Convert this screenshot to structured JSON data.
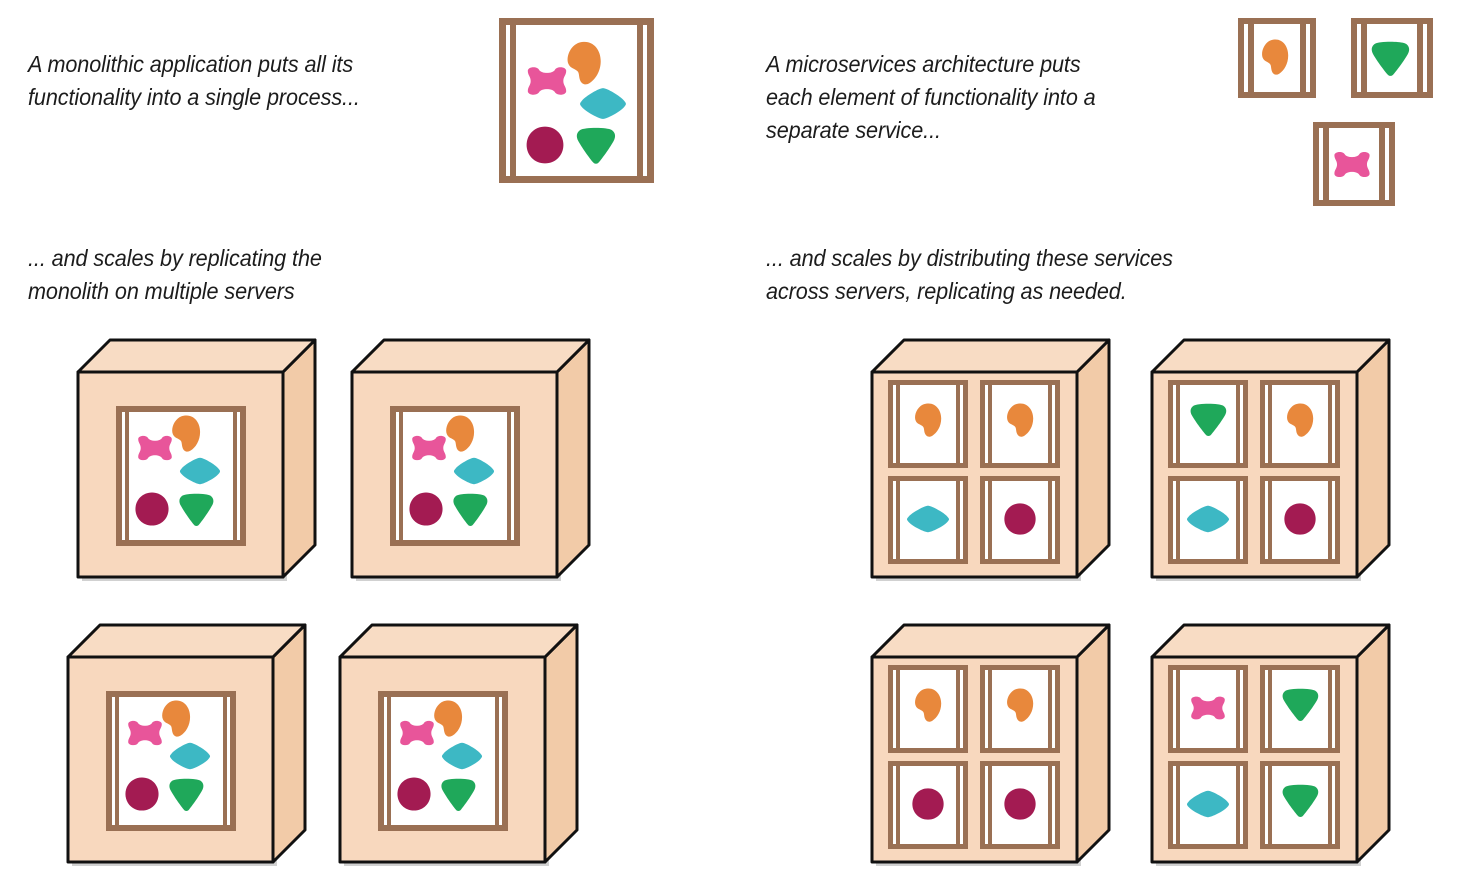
{
  "diagram": {
    "title": "Monolith vs Microservices architecture and scaling",
    "background": "#ffffff"
  },
  "palette": {
    "pink": "#E8559A",
    "orange": "#E8883C",
    "cyan": "#3DB8C4",
    "magenta": "#A31B52",
    "green": "#1FA85A",
    "frame_brown": "#9A7054",
    "box_face": "#F8D8BE",
    "box_top": "#F8DCC4",
    "box_side": "#F2CBA8",
    "outline": "#111111",
    "text": "#1C1C1C"
  },
  "captions": {
    "monolith_intro": "A monolithic application puts all its\nfunctionality into a single process...",
    "microservices_intro": "A microservices architecture puts\neach element of functionality into a\nseparate service...",
    "monolith_scale": "... and scales by replicating the\nmonolith on multiple servers",
    "microservices_scale": "... and scales by distributing these services\nacross servers, replicating as needed."
  },
  "icon_names": {
    "pink": "pink-blob-icon",
    "orange": "orange-blob-icon",
    "cyan": "cyan-diamond-icon",
    "magenta": "magenta-circle-icon",
    "green": "green-triangle-icon"
  },
  "monolith_panel": {
    "label": "monolith-single-process-panel",
    "components": [
      "pink",
      "orange",
      "cyan",
      "magenta",
      "green"
    ]
  },
  "microservice_panels": [
    {
      "label": "microservice-panel-orange",
      "component": "orange"
    },
    {
      "label": "microservice-panel-green",
      "component": "green"
    },
    {
      "label": "microservice-panel-pink",
      "component": "pink"
    }
  ],
  "monolith_servers": [
    {
      "label": "monolith-server-1",
      "components": [
        "pink",
        "orange",
        "cyan",
        "magenta",
        "green"
      ]
    },
    {
      "label": "monolith-server-2",
      "components": [
        "pink",
        "orange",
        "cyan",
        "magenta",
        "green"
      ]
    },
    {
      "label": "monolith-server-3",
      "components": [
        "pink",
        "orange",
        "cyan",
        "magenta",
        "green"
      ]
    },
    {
      "label": "monolith-server-4",
      "components": [
        "pink",
        "orange",
        "cyan",
        "magenta",
        "green"
      ]
    }
  ],
  "microservice_servers": [
    {
      "label": "microservice-server-1",
      "cells": [
        "orange",
        "orange",
        "cyan",
        "magenta"
      ]
    },
    {
      "label": "microservice-server-2",
      "cells": [
        "green",
        "orange",
        "cyan",
        "magenta"
      ]
    },
    {
      "label": "microservice-server-3",
      "cells": [
        "orange",
        "orange",
        "magenta",
        "magenta"
      ]
    },
    {
      "label": "microservice-server-4",
      "cells": [
        "pink",
        "green",
        "cyan",
        "green"
      ]
    }
  ],
  "counts": {
    "monolith_server_count": 4,
    "microservice_server_count": 4,
    "microservice_cells_per_server": 4,
    "monolith_components": 5
  }
}
